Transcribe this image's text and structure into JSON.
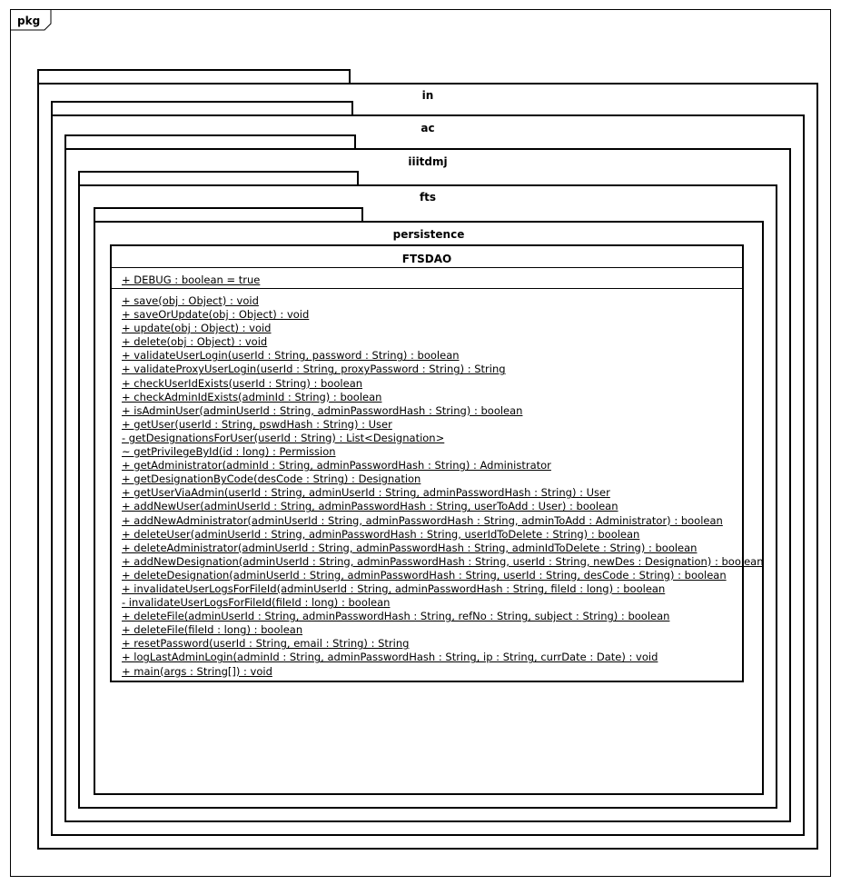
{
  "frame": {
    "label": "pkg"
  },
  "packages": [
    "in",
    "ac",
    "iiitdmj",
    "fts",
    "persistence"
  ],
  "class": {
    "name": "FTSDAO",
    "attributes": [
      "+ DEBUG : boolean = true"
    ],
    "operations": [
      "+ save(obj : Object) : void",
      "+ saveOrUpdate(obj : Object) : void",
      "+ update(obj : Object) : void",
      "+ delete(obj : Object) : void",
      "+ validateUserLogin(userId : String, password : String) : boolean",
      "+ validateProxyUserLogin(userId : String, proxyPassword : String) : String",
      "+ checkUserIdExists(userId : String) : boolean",
      "+ checkAdminIdExists(adminId : String) : boolean",
      "+ isAdminUser(adminUserId : String, adminPasswordHash : String) : boolean",
      "+ getUser(userId : String, pswdHash : String) : User",
      "- getDesignationsForUser(userId : String) : List<Designation>",
      "~ getPrivilegeById(id : long) : Permission",
      "+ getAdministrator(adminId : String, adminPasswordHash : String) : Administrator",
      "+ getDesignationByCode(desCode : String) : Designation",
      "+ getUserViaAdmin(userId : String, adminUserId : String, adminPasswordHash : String) : User",
      "+ addNewUser(adminUserId : String, adminPasswordHash : String, userToAdd : User) : boolean",
      "+ addNewAdministrator(adminUserId : String, adminPasswordHash : String, adminToAdd : Administrator) : boolean",
      "+ deleteUser(adminUserId : String, adminPasswordHash : String, userIdToDelete : String) : boolean",
      "+ deleteAdministrator(adminUserId : String, adminPasswordHash : String, adminIdToDelete : String) : boolean",
      "+ addNewDesignation(adminUserId : String, adminPasswordHash : String, userId : String, newDes : Designation) : boolean",
      "+ deleteDesignation(adminUserId : String, adminPasswordHash : String, userId : String, desCode : String) : boolean",
      "+ invalidateUserLogsForFileId(adminUserId : String, adminPasswordHash : String, fileId : long) : boolean",
      "- invalidateUserLogsForFileId(fileId : long) : boolean",
      "+ deleteFile(adminUserId : String, adminPasswordHash : String, refNo : String, subject : String) : boolean",
      "+ deleteFile(fileId : long) : boolean",
      "+ resetPassword(userId : String, email : String) : String",
      "+ logLastAdminLogin(adminId : String, adminPasswordHash : String, ip : String, currDate : Date) : void",
      "+ main(args : String[]) : void"
    ]
  }
}
